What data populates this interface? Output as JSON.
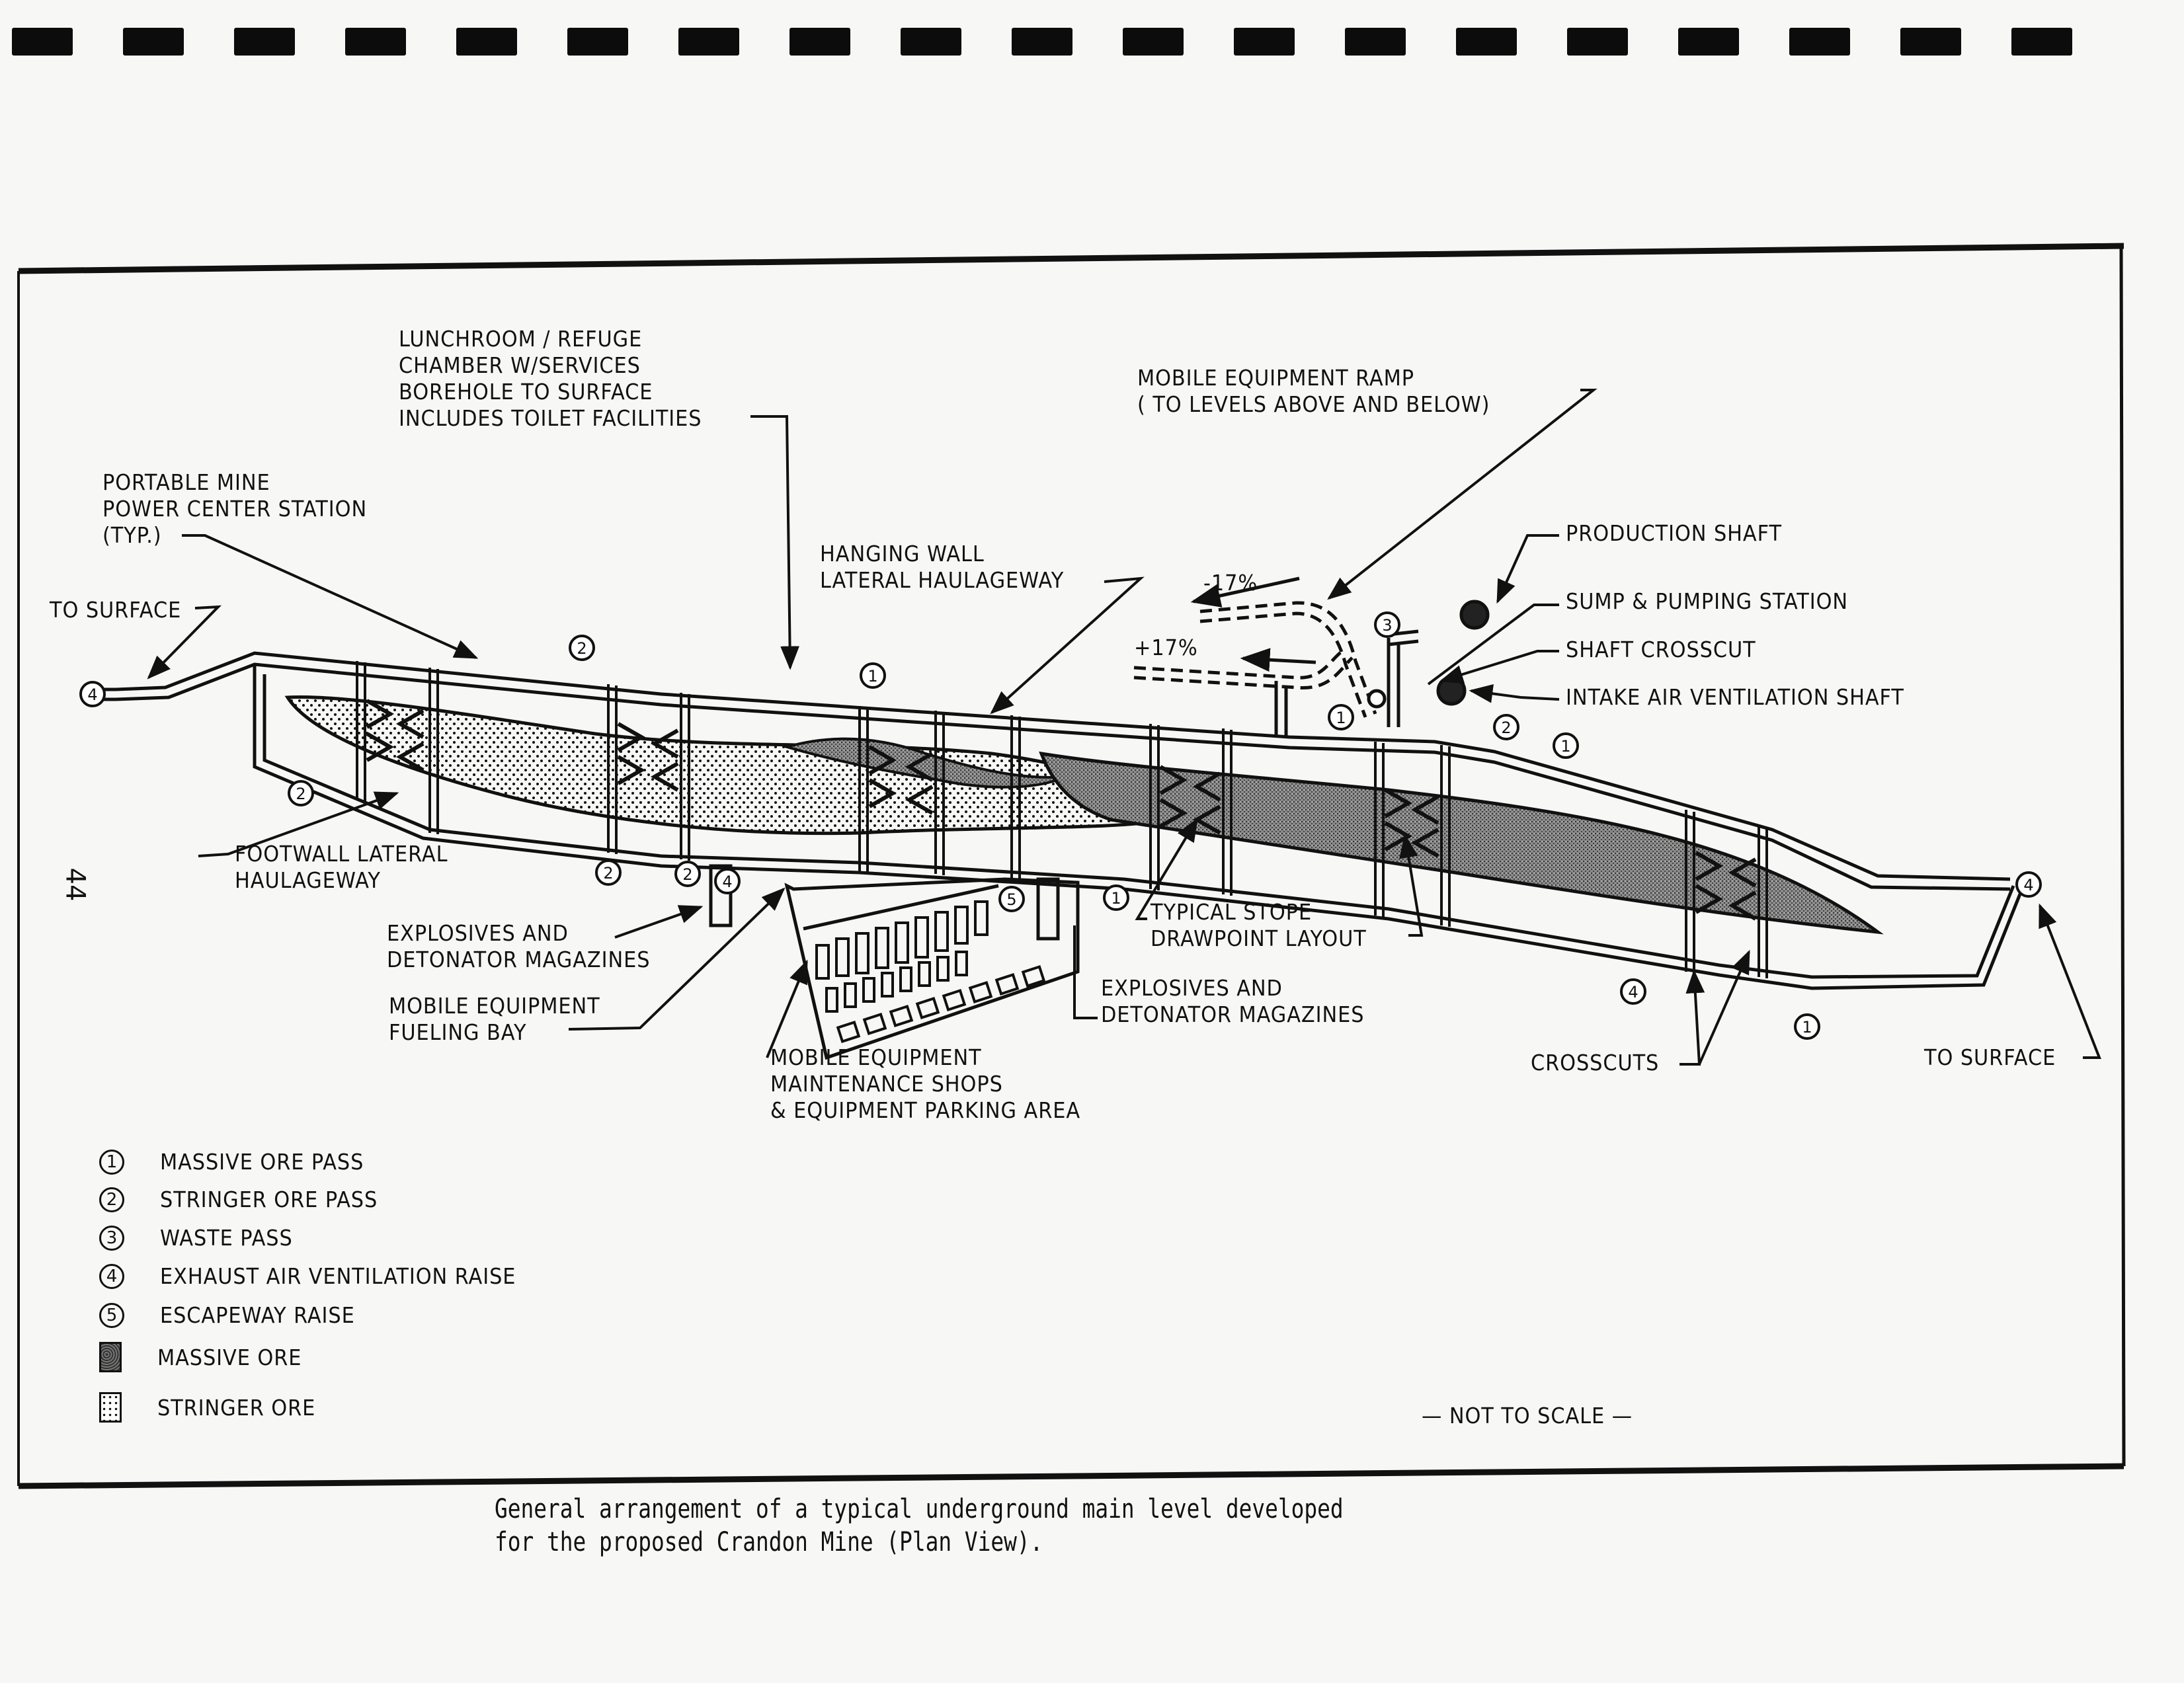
{
  "page": {
    "page_number": "44",
    "punch_holes_count": 19,
    "caption": "General arrangement of a typical underground main level developed\nfor the proposed Crandon Mine (Plan View)."
  },
  "diagram": {
    "title_note": "— NOT TO SCALE —",
    "callouts": {
      "lunchroom": "LUNCHROOM / REFUGE\nCHAMBER W/SERVICES\nBOREHOLE TO SURFACE\nINCLUDES TOILET FACILITIES",
      "power_center": "PORTABLE MINE\nPOWER CENTER STATION\n(TYP.)",
      "to_surface_left": "TO SURFACE",
      "hanging_wall": "HANGING WALL\nLATERAL HAULAGEWAY",
      "ramp": "MOBILE EQUIPMENT RAMP\n( TO LEVELS ABOVE AND BELOW)",
      "production_shaft": "PRODUCTION SHAFT",
      "sump": "SUMP & PUMPING STATION",
      "shaft_crosscut": "SHAFT CROSSCUT",
      "intake_shaft": "INTAKE AIR VENTILATION SHAFT",
      "footwall": "FOOTWALL LATERAL\nHAULAGEWAY",
      "explosives_left": "EXPLOSIVES AND\nDETONATOR MAGAZINES",
      "fueling_bay": "MOBILE EQUIPMENT\nFUELING BAY",
      "maintenance": "MOBILE EQUIPMENT\nMAINTENANCE SHOPS\n& EQUIPMENT PARKING AREA",
      "explosives_right": "EXPLOSIVES AND\nDETONATOR MAGAZINES",
      "stope_layout": "TYPICAL STOPE\nDRAWPOINT LAYOUT",
      "crosscuts": "CROSSCUTS",
      "to_surface_right": "TO SURFACE",
      "grade_down": "-17%",
      "grade_up": "+17%"
    },
    "legend": [
      {
        "symbol": "1",
        "label": "MASSIVE ORE PASS"
      },
      {
        "symbol": "2",
        "label": "STRINGER ORE PASS"
      },
      {
        "symbol": "3",
        "label": "WASTE PASS"
      },
      {
        "symbol": "4",
        "label": "EXHAUST AIR VENTILATION RAISE"
      },
      {
        "symbol": "5",
        "label": "ESCAPEWAY RAISE"
      },
      {
        "swatch": "massive",
        "label": "MASSIVE ORE"
      },
      {
        "swatch": "stringer",
        "label": "STRINGER ORE"
      }
    ],
    "markers": [
      {
        "n": "4"
      },
      {
        "n": "2"
      },
      {
        "n": "2"
      },
      {
        "n": "1"
      },
      {
        "n": "2"
      },
      {
        "n": "2"
      },
      {
        "n": "4"
      },
      {
        "n": "5"
      },
      {
        "n": "1"
      },
      {
        "n": "3"
      },
      {
        "n": "1"
      },
      {
        "n": "2"
      },
      {
        "n": "1"
      },
      {
        "n": "4"
      },
      {
        "n": "1"
      },
      {
        "n": "4"
      }
    ]
  }
}
